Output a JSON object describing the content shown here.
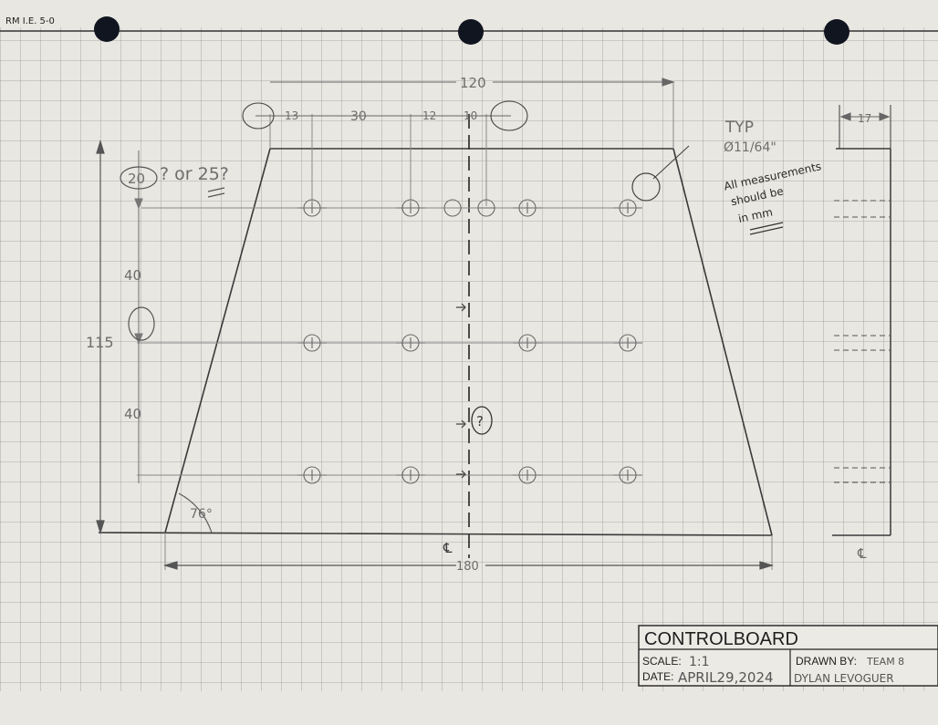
{
  "sheet": {
    "form_code": "RM I.E. 5-0"
  },
  "dimensions": {
    "overall_top": "120",
    "seg_13": "13",
    "seg_30": "30",
    "seg_12": "12",
    "seg_10": "10",
    "width_bottom": "180",
    "height": "115",
    "spacing_upper": "40",
    "spacing_lower": "40",
    "angle": "76°",
    "side_thickness": "17"
  },
  "notes": {
    "edge_offset": "20",
    "offset_question": "? or 25?",
    "hole_spec": "TYP",
    "hole_diameter": "Ø11/64\"",
    "units_line1": "All measurements",
    "units_line2": "should be",
    "units_line3": "in mm",
    "question_mark": "?",
    "centerline_front": "℄",
    "centerline_side": "℄"
  },
  "title_block": {
    "title": "CONTROLBOARD",
    "scale_label": "SCALE:",
    "scale_value": "1:1",
    "date_label": "DATE:",
    "date_value": "APRIL29,2024",
    "drawn_by_label": "DRAWN BY:",
    "drawn_by_team": "TEAM 8",
    "drawn_by_name": "DYLAN LEVOGUER"
  },
  "colors": {
    "paper": "#e9e7e1",
    "grid": "#8e8e8e",
    "ink": "#2c2c2c",
    "pencil": "#6f6f6f",
    "hole_punch": "#101520"
  }
}
